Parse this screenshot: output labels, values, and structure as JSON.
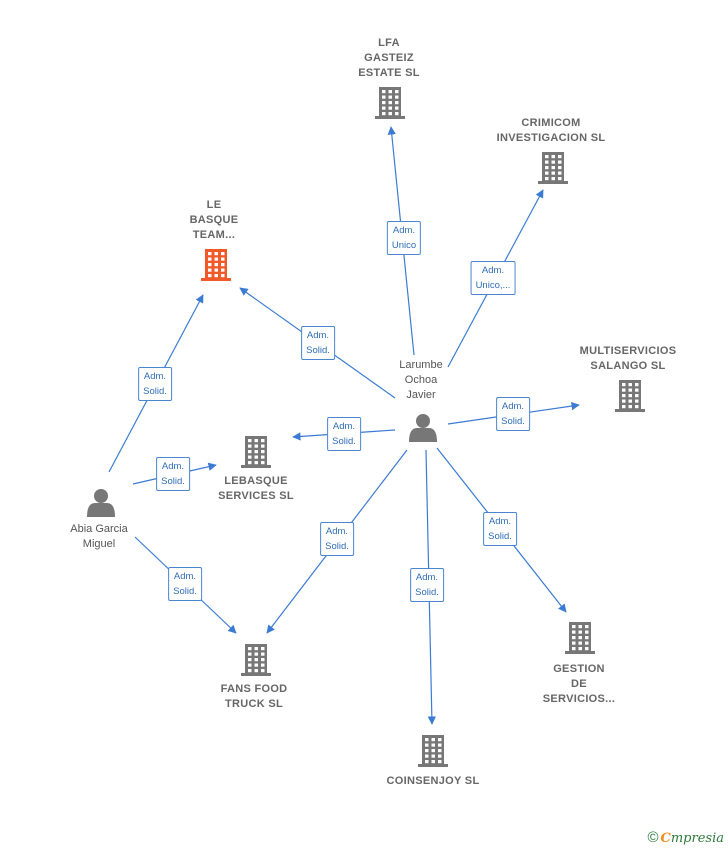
{
  "colors": {
    "edge": "#3b7bd4",
    "company": "#777777",
    "highlight": "#f05a28",
    "person": "#777777"
  },
  "persons": [
    {
      "id": "larumbe",
      "label": "Larumbe\nOchoa\nJavier",
      "icon": "person-icon"
    },
    {
      "id": "abia",
      "label": "Abia Garcia\nMiguel",
      "icon": "person-icon"
    }
  ],
  "companies": [
    {
      "id": "lfa",
      "label": "LFA\nGASTEIZ\nESTATE  SL",
      "icon": "building-icon"
    },
    {
      "id": "crimicom",
      "label": "CRIMICOM\nINVESTIGACION SL",
      "icon": "building-icon"
    },
    {
      "id": "lebasqueteam",
      "label": "LE\nBASQUE\nTEAM...",
      "icon": "building-icon",
      "highlight": true
    },
    {
      "id": "multiservicios",
      "label": "MULTISERVICIOS\nSALANGO  SL",
      "icon": "building-icon"
    },
    {
      "id": "lebasqueservices",
      "label": "LEBASQUE\nSERVICES  SL",
      "icon": "building-icon"
    },
    {
      "id": "fansfood",
      "label": "FANS FOOD\nTRUCK  SL",
      "icon": "building-icon"
    },
    {
      "id": "coinsenjoy",
      "label": "COINSENJOY SL",
      "icon": "building-icon"
    },
    {
      "id": "gestion",
      "label": "GESTION\nDE\nSERVICIOS...",
      "icon": "building-icon"
    }
  ],
  "edges": [
    {
      "from": "larumbe",
      "to": "lfa",
      "role": "Adm.\nUnico"
    },
    {
      "from": "larumbe",
      "to": "crimicom",
      "role": "Adm.\nUnico,..."
    },
    {
      "from": "larumbe",
      "to": "lebasqueteam",
      "role": "Adm.\nSolid."
    },
    {
      "from": "larumbe",
      "to": "multiservicios",
      "role": "Adm.\nSolid."
    },
    {
      "from": "larumbe",
      "to": "lebasqueservices",
      "role": "Adm.\nSolid."
    },
    {
      "from": "larumbe",
      "to": "fansfood",
      "role": "Adm.\nSolid."
    },
    {
      "from": "larumbe",
      "to": "coinsenjoy",
      "role": "Adm.\nSolid."
    },
    {
      "from": "larumbe",
      "to": "gestion",
      "role": "Adm.\nSolid."
    },
    {
      "from": "abia",
      "to": "lebasqueteam",
      "role": "Adm.\nSolid."
    },
    {
      "from": "abia",
      "to": "lebasqueservices",
      "role": "Adm.\nSolid."
    },
    {
      "from": "abia",
      "to": "fansfood",
      "role": "Adm.\nSolid."
    }
  ],
  "footer": {
    "copyright": "©",
    "brand_first": "C",
    "brand_rest": "mpresia"
  }
}
